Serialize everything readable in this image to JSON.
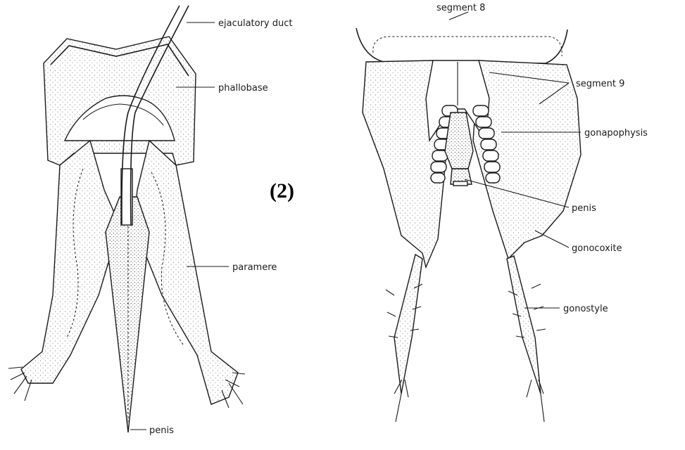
{
  "panel_label": "(2)",
  "left_figure": {
    "labels": {
      "ejaculatory_duct": "ejaculatory duct",
      "phallobase": "phallobase",
      "paramere": "paramere",
      "penis": "penis"
    }
  },
  "right_figure": {
    "labels": {
      "segment_8": "segment 8",
      "segment_9": "segment 9",
      "gonapophysis": "gonapophysis",
      "penis": "penis",
      "gonocoxite": "gonocoxite",
      "gonostyle": "gonostyle"
    }
  }
}
